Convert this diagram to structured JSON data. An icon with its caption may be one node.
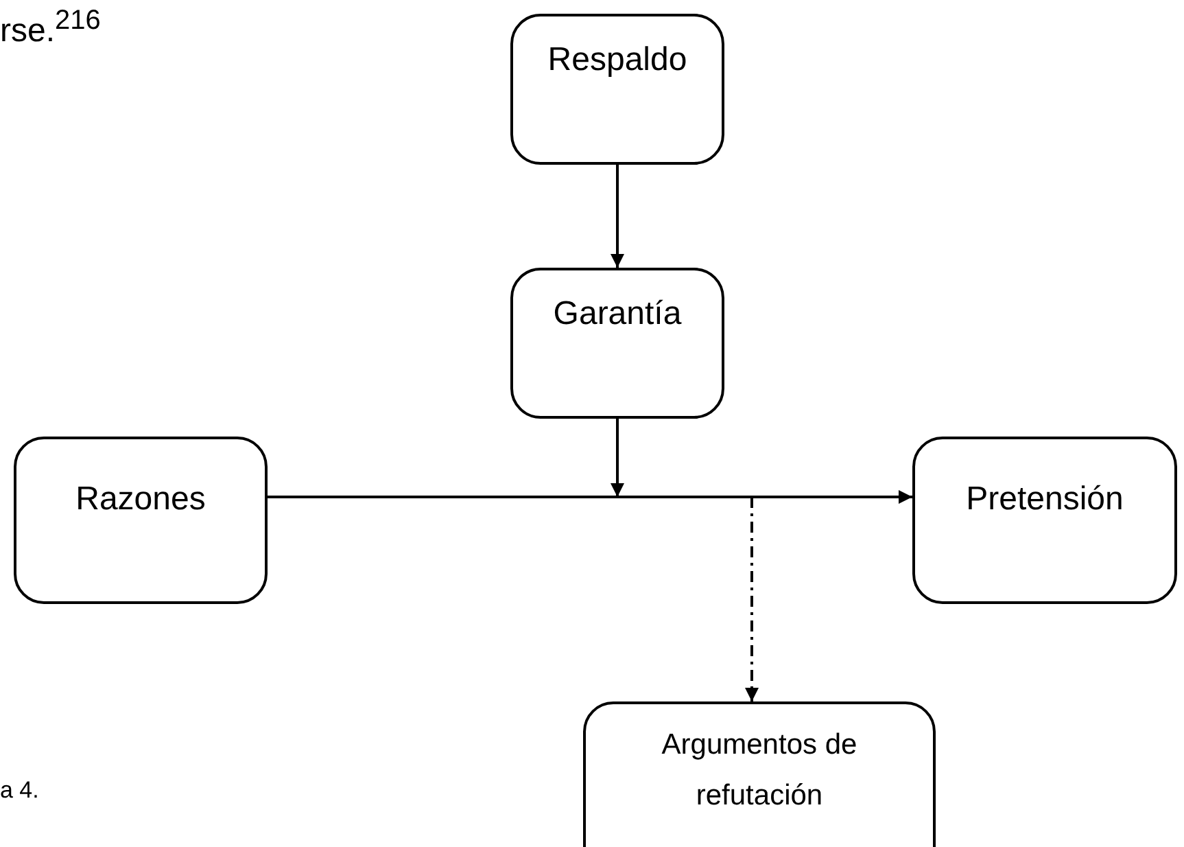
{
  "diagram": {
    "nodes": [
      {
        "text": [
          "Respaldo"
        ]
      },
      {
        "text": [
          "Garantía"
        ]
      },
      {
        "text": [
          "Razones"
        ]
      },
      {
        "text": [
          "Pretensión"
        ]
      },
      {
        "text": [
          "Argumentos de refutación"
        ]
      }
    ],
    "edges": [
      {
        "from": 0,
        "to": 1,
        "arrow": "to"
      },
      {
        "from": 1,
        "to": null,
        "arrow": "to"
      },
      {
        "from": 2,
        "to": 3,
        "arrow": "to"
      },
      {
        "from": null,
        "to": 4,
        "arrow": "to",
        "style": "dashed"
      }
    ],
    "labels": [
      "rse.$^{216}$",
      "a 4."
    ]
  }
}
